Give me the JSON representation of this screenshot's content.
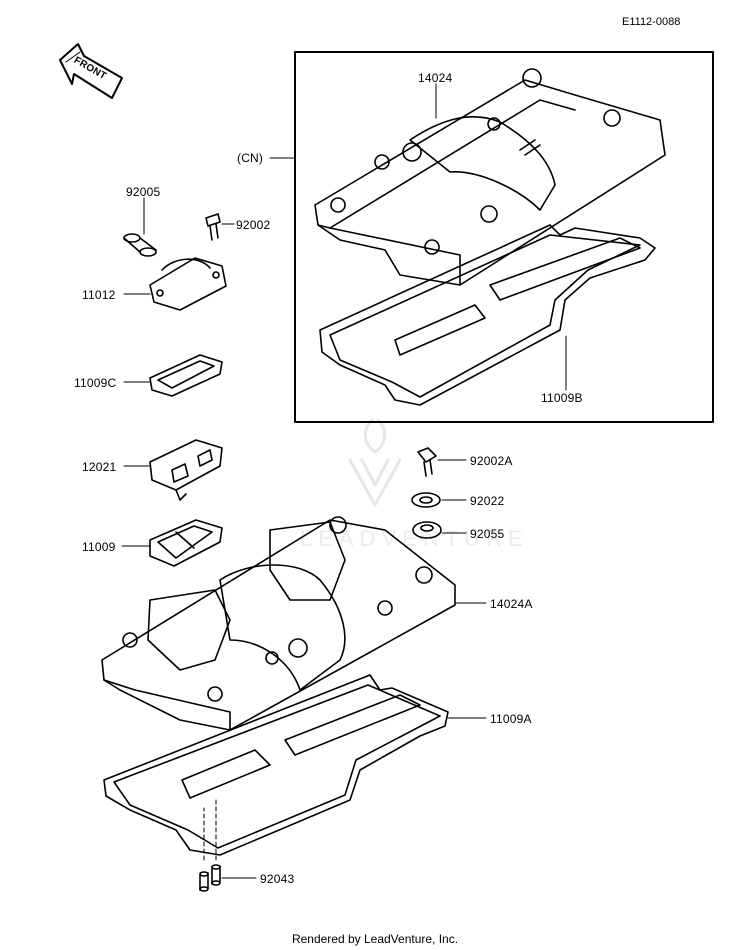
{
  "doc_id": "E1112-0088",
  "footer": "Rendered by LeadVenture, Inc.",
  "front_arrow_label": "FRONT",
  "california_note": "(CN)",
  "parts": {
    "p14024": "14024",
    "p92005": "92005",
    "p92002": "92002",
    "p11012": "11012",
    "p11009C": "11009C",
    "p11009B": "11009B",
    "p12021": "12021",
    "p92002A": "92002A",
    "p92022": "92022",
    "p92055": "92055",
    "p11009": "11009",
    "p14024A": "14024A",
    "p11009A": "11009A",
    "p92043": "92043"
  },
  "watermark": "LEADVENTURE",
  "colors": {
    "ink": "#000000",
    "paper": "#ffffff",
    "watermark": "#e9e9e9"
  }
}
